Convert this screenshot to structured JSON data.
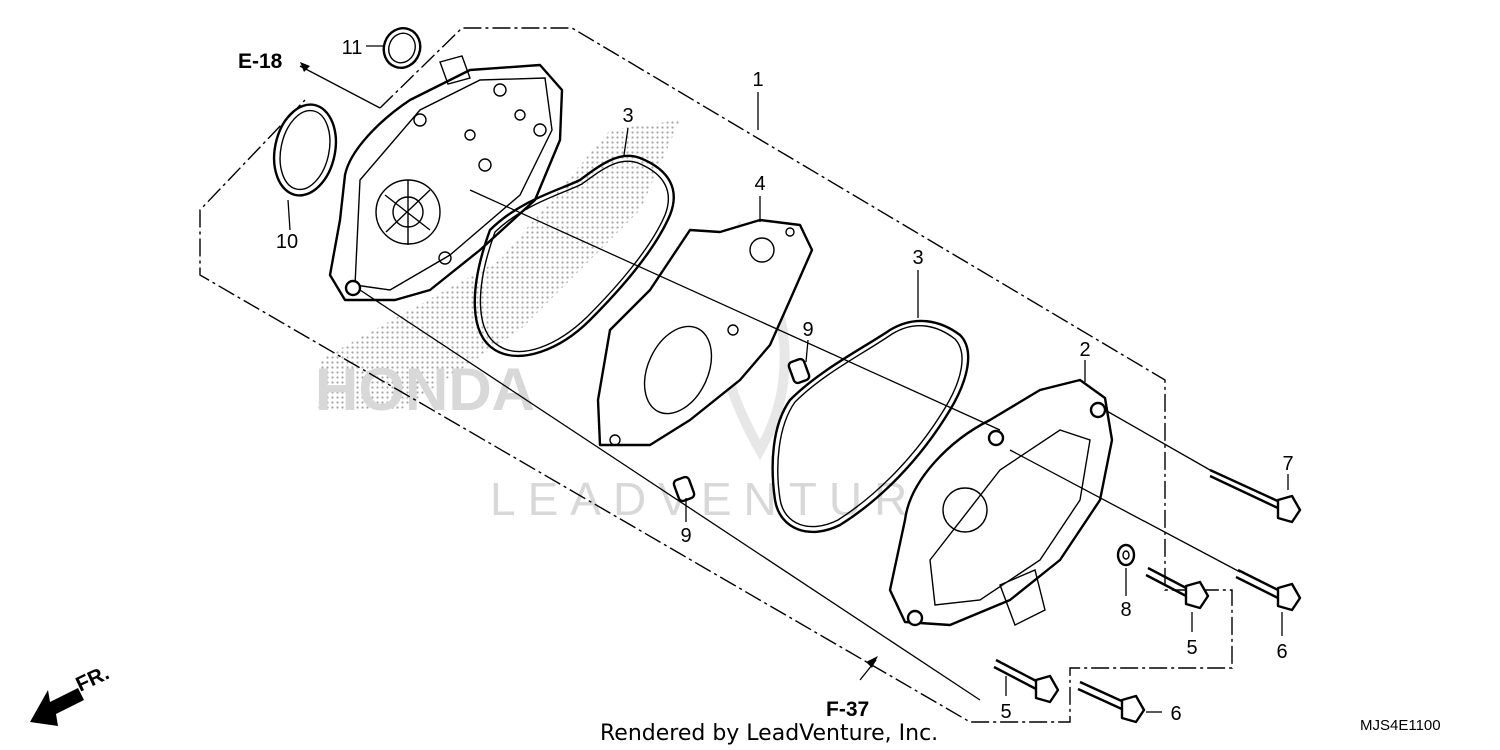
{
  "diagram": {
    "part_numbers": {
      "water_pump_assy": "1",
      "pump_cover": "2",
      "o_ring_rear": "3",
      "o_ring_front": "3",
      "gasket": "4",
      "bolt_a": "5",
      "bolt_b": "5",
      "bolt_c": "6",
      "bolt_d": "6",
      "bolt_long": "7",
      "washer": "8",
      "dowel_upper": "9",
      "dowel_lower": "9",
      "o_ring_large": "10",
      "o_ring_small": "11"
    },
    "references": {
      "upper": "E-18",
      "lower": "F-37"
    },
    "direction_label": "FR.",
    "watermark": {
      "brand": "HONDA",
      "company": "LEADVENTURE"
    },
    "credit": "Rendered by LeadVenture, Inc.",
    "diagram_code": "MJS4E1100"
  }
}
